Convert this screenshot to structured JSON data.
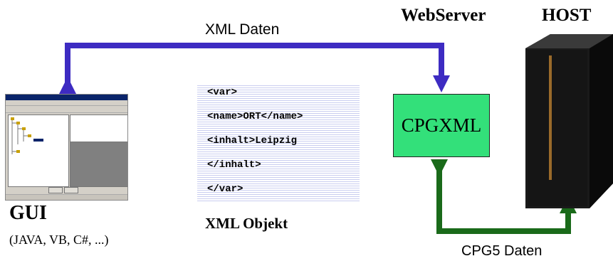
{
  "labels": {
    "xml_data": "XML Daten",
    "webserver": "WebServer",
    "host": "HOST",
    "gui": "GUI",
    "gui_sub": "(JAVA, VB, C#, ...)",
    "xml_object": "XML Objekt",
    "cpgxml": "CPGXML",
    "cpg5_data": "CPG5 Daten"
  },
  "xml_lines": [
    "<var>",
    "<name>ORT</name>",
    "<inhalt>Leipzig",
    "</inhalt>",
    "</var>"
  ],
  "colors": {
    "xml_arrow": "#3d2bc2",
    "cpg5_arrow": "#1a6a1a",
    "cpgxml_fill": "#33e07a",
    "host_fill": "#111111"
  }
}
